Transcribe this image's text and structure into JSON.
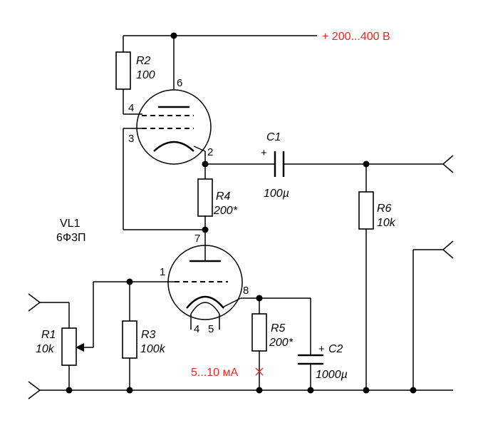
{
  "supply": "+ 200...400 В",
  "current_note": "5...10 мА",
  "tube": {
    "ref": "VL1",
    "type": "6Ф3П"
  },
  "components": {
    "r1": {
      "ref": "R1",
      "value": "10k"
    },
    "r2": {
      "ref": "R2",
      "value": "100"
    },
    "r3": {
      "ref": "R3",
      "value": "100k"
    },
    "r4": {
      "ref": "R4",
      "value": "200*"
    },
    "r5": {
      "ref": "R5",
      "value": "200*"
    },
    "r6": {
      "ref": "R6",
      "value": "10k"
    },
    "c1": {
      "ref": "C1",
      "value": "100µ",
      "polarity": "+"
    },
    "c2": {
      "ref": "C2",
      "value": "1000µ",
      "polarity": "+"
    }
  },
  "pins": {
    "p1": "1",
    "p2": "2",
    "p3": "3",
    "p4a": "4",
    "p4b": "4",
    "p5": "5",
    "p6": "6",
    "p7": "7",
    "p8": "8"
  },
  "colors": {
    "annotation": "#e8271f",
    "wire": "#000000"
  }
}
